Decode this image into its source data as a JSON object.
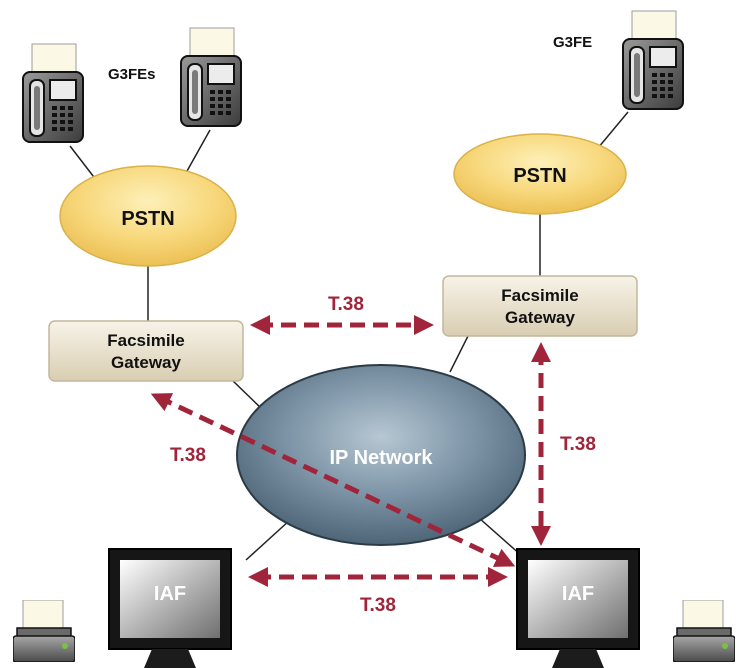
{
  "labels": {
    "g3fes": "G3FEs",
    "g3fe": "G3FE",
    "pstn_left": "PSTN",
    "pstn_right": "PSTN",
    "gateway_left_line1": "Facsimile",
    "gateway_left_line2": "Gateway",
    "gateway_right_line1": "Facsimile",
    "gateway_right_line2": "Gateway",
    "ip_network": "IP Network",
    "t38_top": "T.38",
    "t38_left": "T.38",
    "t38_right": "T.38",
    "t38_bottom": "T.38",
    "iaf_left": "IAF",
    "iaf_right": "IAF"
  },
  "colors": {
    "arrow": "#a0253a",
    "pstn_fill": "#f7d77a",
    "network_fill": "#6e8799",
    "gateway_fill": "#ece4d2",
    "text": "#111111"
  },
  "icons": [
    "fax-machine-icon",
    "computer-monitor-icon",
    "printer-icon"
  ]
}
